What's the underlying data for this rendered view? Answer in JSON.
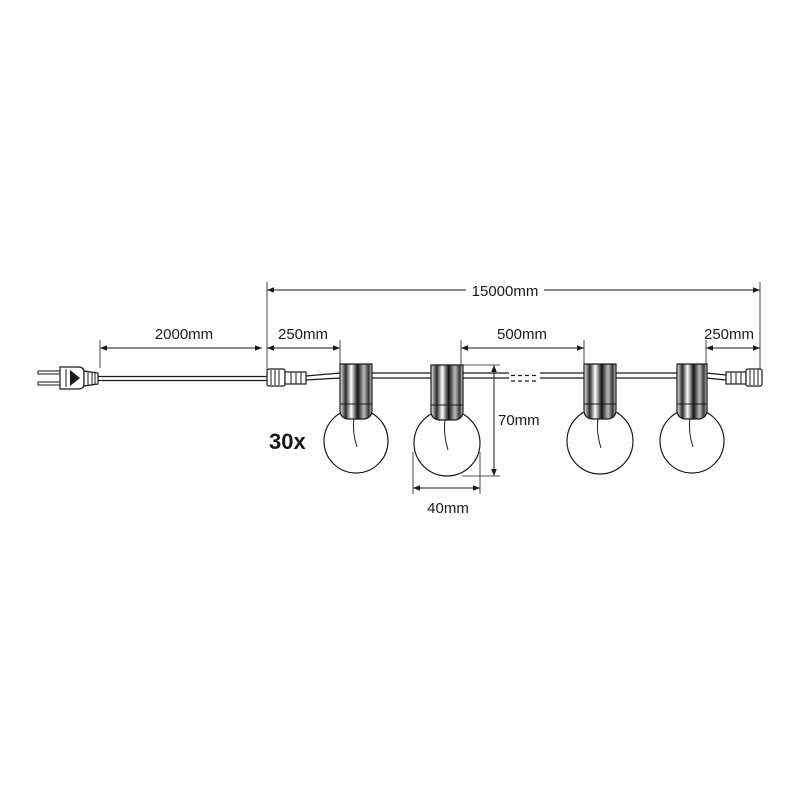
{
  "dimensions": {
    "total_length": "15000mm",
    "lead_cable": "2000mm",
    "first_spacing": "250mm",
    "bulb_spacing": "500mm",
    "end_spacing": "250mm",
    "bulb_height": "70mm",
    "bulb_width": "40mm"
  },
  "quantity_label": "30x",
  "colors": {
    "line": "#1a1a1a",
    "background": "#ffffff"
  }
}
